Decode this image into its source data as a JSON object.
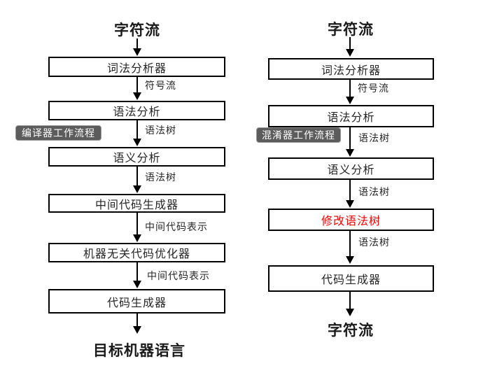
{
  "colors": {
    "background": "#FFFFFF",
    "node_border": "#000000",
    "node_text": "#262626",
    "highlight_text": "#FF0000",
    "badge_background": "#5C5C5C",
    "badge_text": "#FFFFFF",
    "arrow": "#000000"
  },
  "diagrams": {
    "left": {
      "top_label": "字符流",
      "badge": "编译器工作流程",
      "boxes": [
        "词法分析器",
        "语法分析",
        "语义分析",
        "中间代码生成器",
        "机器无关代码优化器",
        "代码生成器"
      ],
      "edge_labels": [
        "符号流",
        "语法树",
        "语法树",
        "中间代码表示",
        "中间代码表示"
      ],
      "bottom_label": "目标机器语言"
    },
    "right": {
      "top_label": "字符流",
      "badge": "混淆器工作流程",
      "boxes": [
        "词法分析器",
        "语法分析",
        "语义分析",
        "修改语法树",
        "代码生成器"
      ],
      "highlighted_box": "修改语法树",
      "edge_labels": [
        "符号流",
        "语法树",
        "语法树",
        "语法树"
      ],
      "bottom_label": "字符流"
    }
  }
}
